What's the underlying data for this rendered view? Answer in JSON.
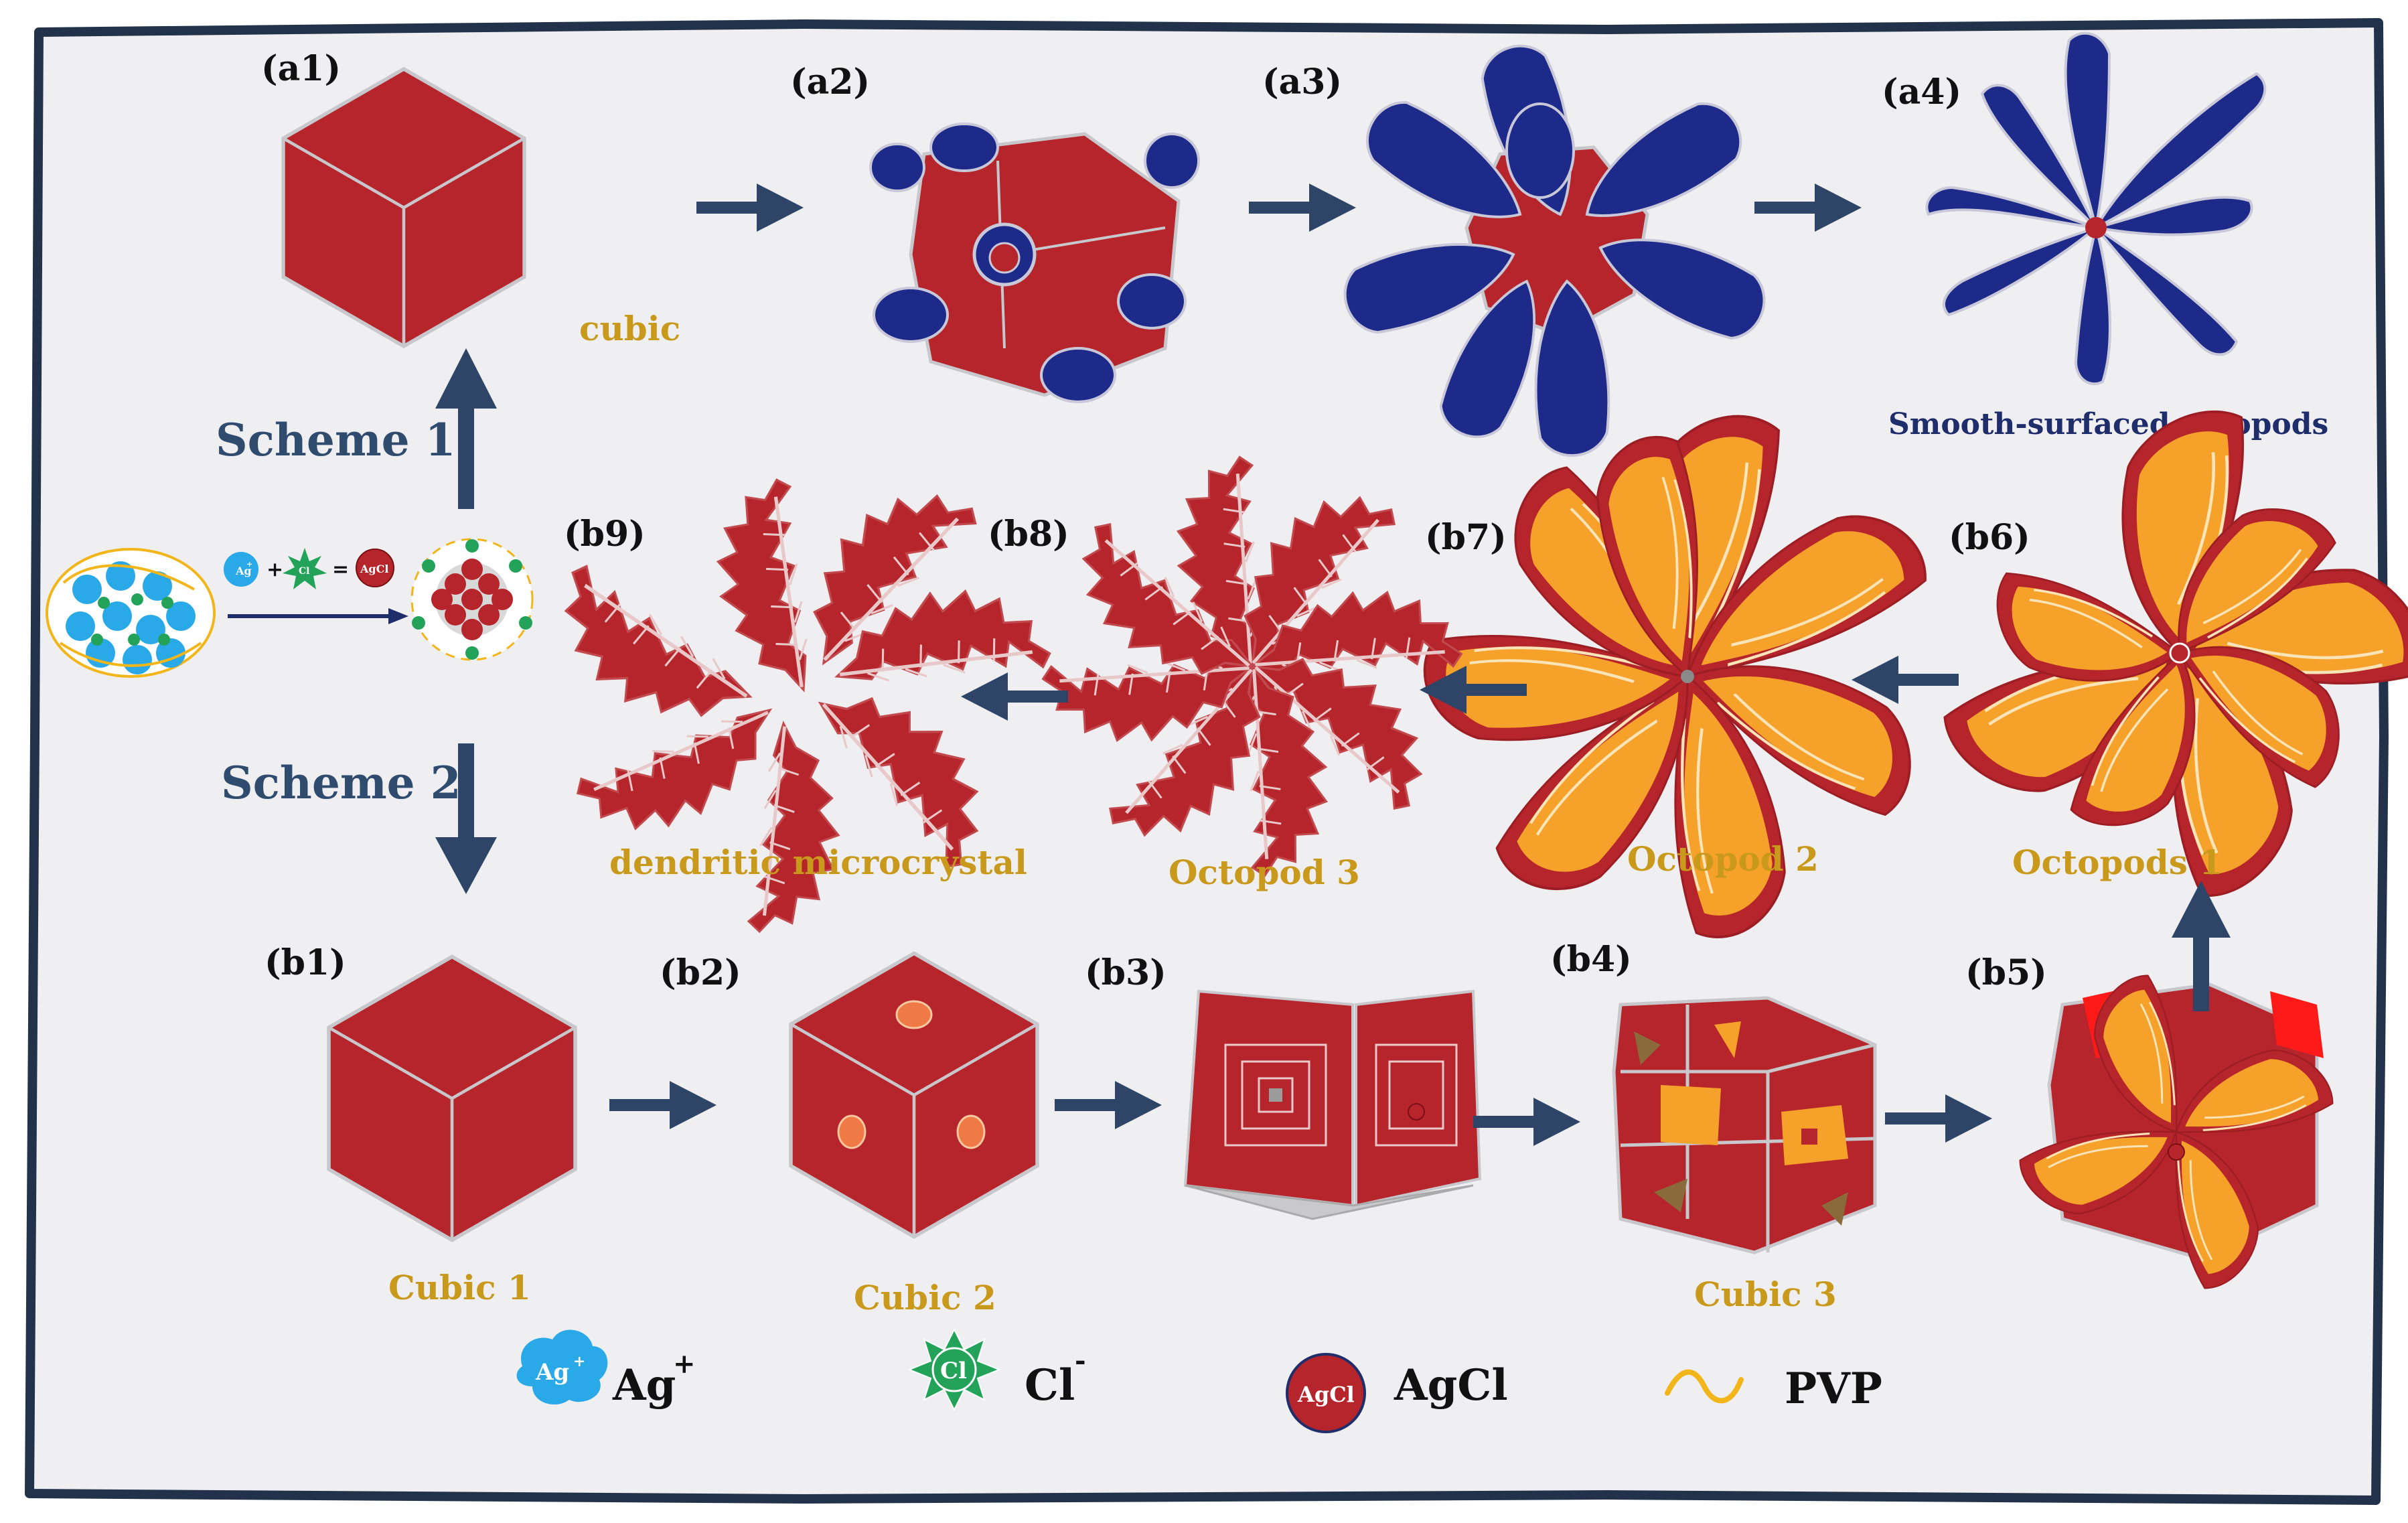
{
  "schemes": {
    "scheme1": "Scheme 1",
    "scheme2": "Scheme 2"
  },
  "panels": {
    "a1": "(a1)",
    "a2": "(a2)",
    "a3": "(a3)",
    "a4": "(a4)",
    "b1": "(b1)",
    "b2": "(b2)",
    "b3": "(b3)",
    "b4": "(b4)",
    "b5": "(b5)",
    "b6": "(b6)",
    "b7": "(b7)",
    "b8": "(b8)",
    "b9": "(b9)"
  },
  "captions": {
    "a1": "cubic",
    "a4": "Smooth-surfaced octopods",
    "b1": "Cubic 1",
    "b2": "Cubic 2",
    "b4": "Cubic 3",
    "b6": "Octopods 1",
    "b7": "Octopod 2",
    "b8": "Octopod 3",
    "b9": "dendritic microcrystal"
  },
  "reaction": {
    "ag": "Ag",
    "ag_charge": "+",
    "plus": "+",
    "cl": "Cl",
    "equals": "=",
    "agcl": "AgCl"
  },
  "legend": {
    "ag_icon": "Ag",
    "ag_icon_charge": "+",
    "ag": "Ag",
    "ag_charge": "+",
    "cl_icon": "Cl",
    "cl": "Cl",
    "cl_charge": "-",
    "agcl_icon": "AgCl",
    "agcl": "AgCl",
    "pvp": "PVP"
  },
  "colors": {
    "background": "#efeff1",
    "border": "#22324a",
    "crystal_red": "#b5252b",
    "octopod_blue": "#1e2a8a",
    "orange": "#f6a12a",
    "arrow": "#2f4568",
    "ag_blue": "#2aa9e8",
    "cl_green": "#23a35a",
    "pvp_yellow": "#f2b51a"
  },
  "icons": [
    "arrow-right-icon",
    "arrow-left-icon",
    "arrow-up-icon",
    "arrow-down-icon",
    "ag-ion-icon",
    "cl-ion-icon",
    "agcl-icon",
    "pvp-icon"
  ]
}
